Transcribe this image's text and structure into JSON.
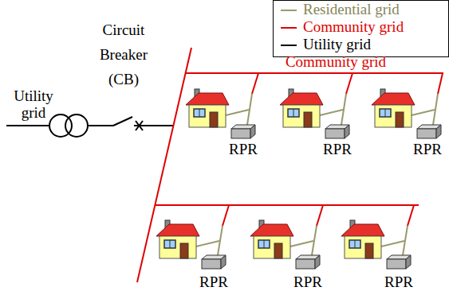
{
  "diagram": {
    "labels": [
      "Circuit Breaker (CB)",
      "Utility grid",
      "Community grid",
      "RPR",
      "RPR",
      "RPR",
      "RPR",
      "RPR",
      "RPR"
    ],
    "legend": [
      {
        "text": "Residential grid"
      },
      {
        "text": "Community grid"
      },
      {
        "text": "Utility grid"
      }
    ]
  }
}
